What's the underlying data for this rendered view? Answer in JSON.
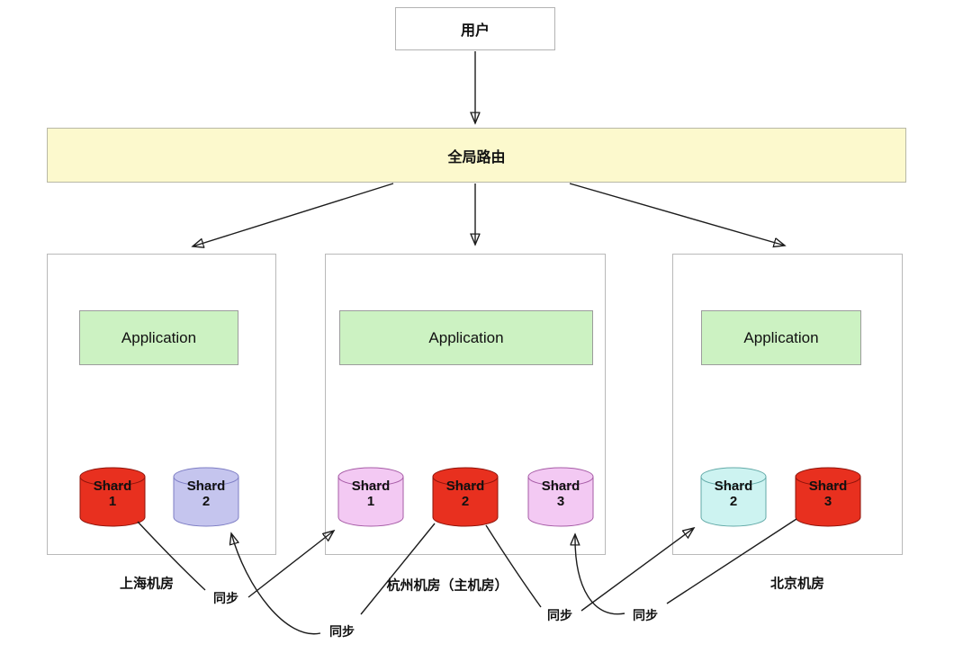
{
  "diagram_title": "multi-datacenter sharding topology",
  "colors": {
    "router_bg": "#fcf9cd",
    "app_bg": "#ccf2c2",
    "shard_red": "#e8301f",
    "shard_pink": "#f3c9f3",
    "shard_lavender": "#c5c5ee",
    "shard_cyan": "#cdf3f1"
  },
  "user": {
    "label": "用户"
  },
  "router": {
    "label": "全局路由"
  },
  "datacenters": [
    {
      "name": "上海机房",
      "app": "Application",
      "shards": [
        {
          "name": "Shard",
          "number": "1",
          "color": "red"
        },
        {
          "name": "Shard",
          "number": "2",
          "color": "lavender"
        }
      ]
    },
    {
      "name": "杭州机房（主机房）",
      "app": "Application",
      "shards": [
        {
          "name": "Shard",
          "number": "1",
          "color": "pink"
        },
        {
          "name": "Shard",
          "number": "2",
          "color": "red"
        },
        {
          "name": "Shard",
          "number": "3",
          "color": "pink"
        }
      ]
    },
    {
      "name": "北京机房",
      "app": "Application",
      "shards": [
        {
          "name": "Shard",
          "number": "2",
          "color": "cyan"
        },
        {
          "name": "Shard",
          "number": "3",
          "color": "red"
        }
      ]
    }
  ],
  "sync_labels": [
    "同步",
    "同步",
    "同步",
    "同步"
  ]
}
